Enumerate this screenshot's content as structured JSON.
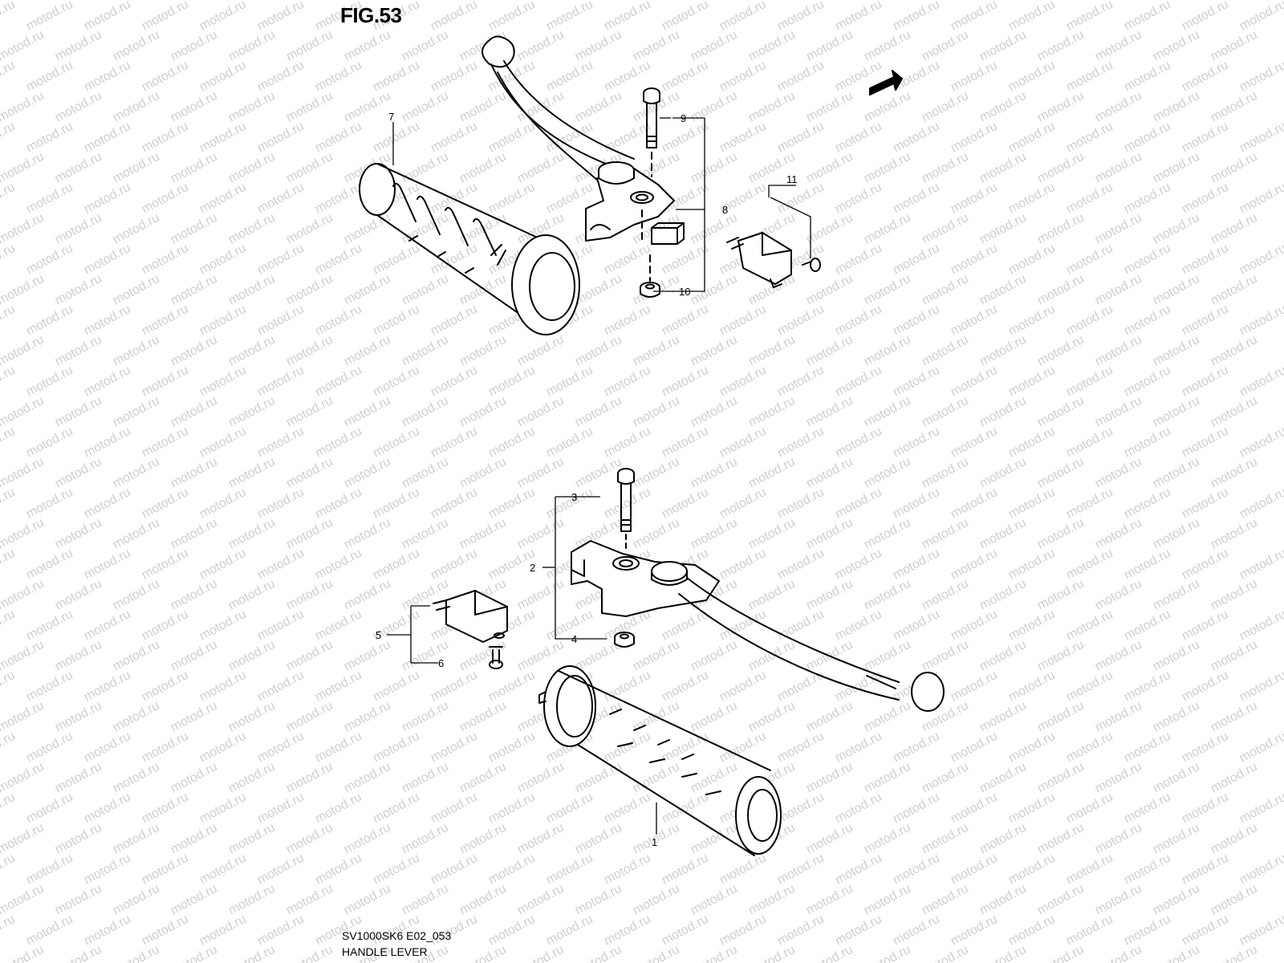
{
  "figure": {
    "title": "FIG.53",
    "code": "SV1000SK6 E02_053",
    "caption": "HANDLE LEVER",
    "fwd_label": "FWD"
  },
  "watermark": {
    "text": "motod.ru",
    "color": "#cfcfcf"
  },
  "callouts": [
    {
      "id": "1",
      "label": "1"
    },
    {
      "id": "2",
      "label": "2"
    },
    {
      "id": "3",
      "label": "3"
    },
    {
      "id": "4",
      "label": "4"
    },
    {
      "id": "5",
      "label": "5"
    },
    {
      "id": "6",
      "label": "6"
    },
    {
      "id": "7",
      "label": "7"
    },
    {
      "id": "8",
      "label": "8"
    },
    {
      "id": "9",
      "label": "9"
    },
    {
      "id": "10",
      "label": "10"
    },
    {
      "id": "11",
      "label": "11"
    }
  ],
  "colors": {
    "line": "#000000",
    "background": "#ffffff"
  }
}
